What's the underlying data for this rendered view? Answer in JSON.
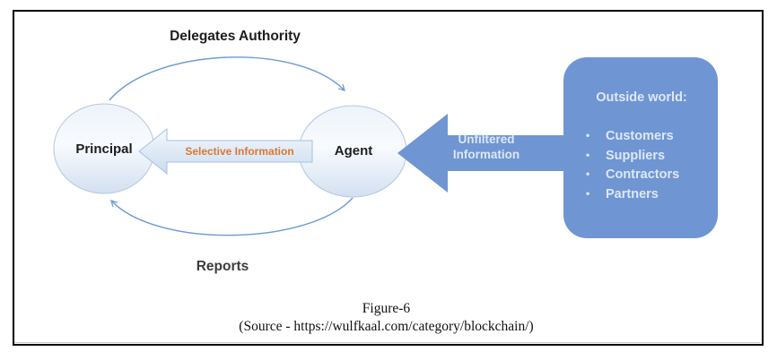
{
  "figure": {
    "caption_title": "Figure-6",
    "caption_source": "(Source - https://wulfkaal.com/category/blockchain/)"
  },
  "diagram": {
    "top_arrow_label": "Delegates Authority",
    "bottom_arrow_label": "Reports",
    "principal_label": "Principal",
    "agent_label": "Agent",
    "selective_arrow_label": "Selective Information",
    "unfiltered_arrow_label": "Unfiltered Information",
    "outside_world": {
      "heading": "Outside world:",
      "items": [
        "Customers",
        "Suppliers",
        "Contractors",
        "Partners"
      ]
    },
    "colors": {
      "solid_blue": "#7095D3",
      "arc_blue": "#6C9BD2",
      "selective_text_orange": "#DF762F",
      "light_text": "#DCE8F7"
    }
  }
}
